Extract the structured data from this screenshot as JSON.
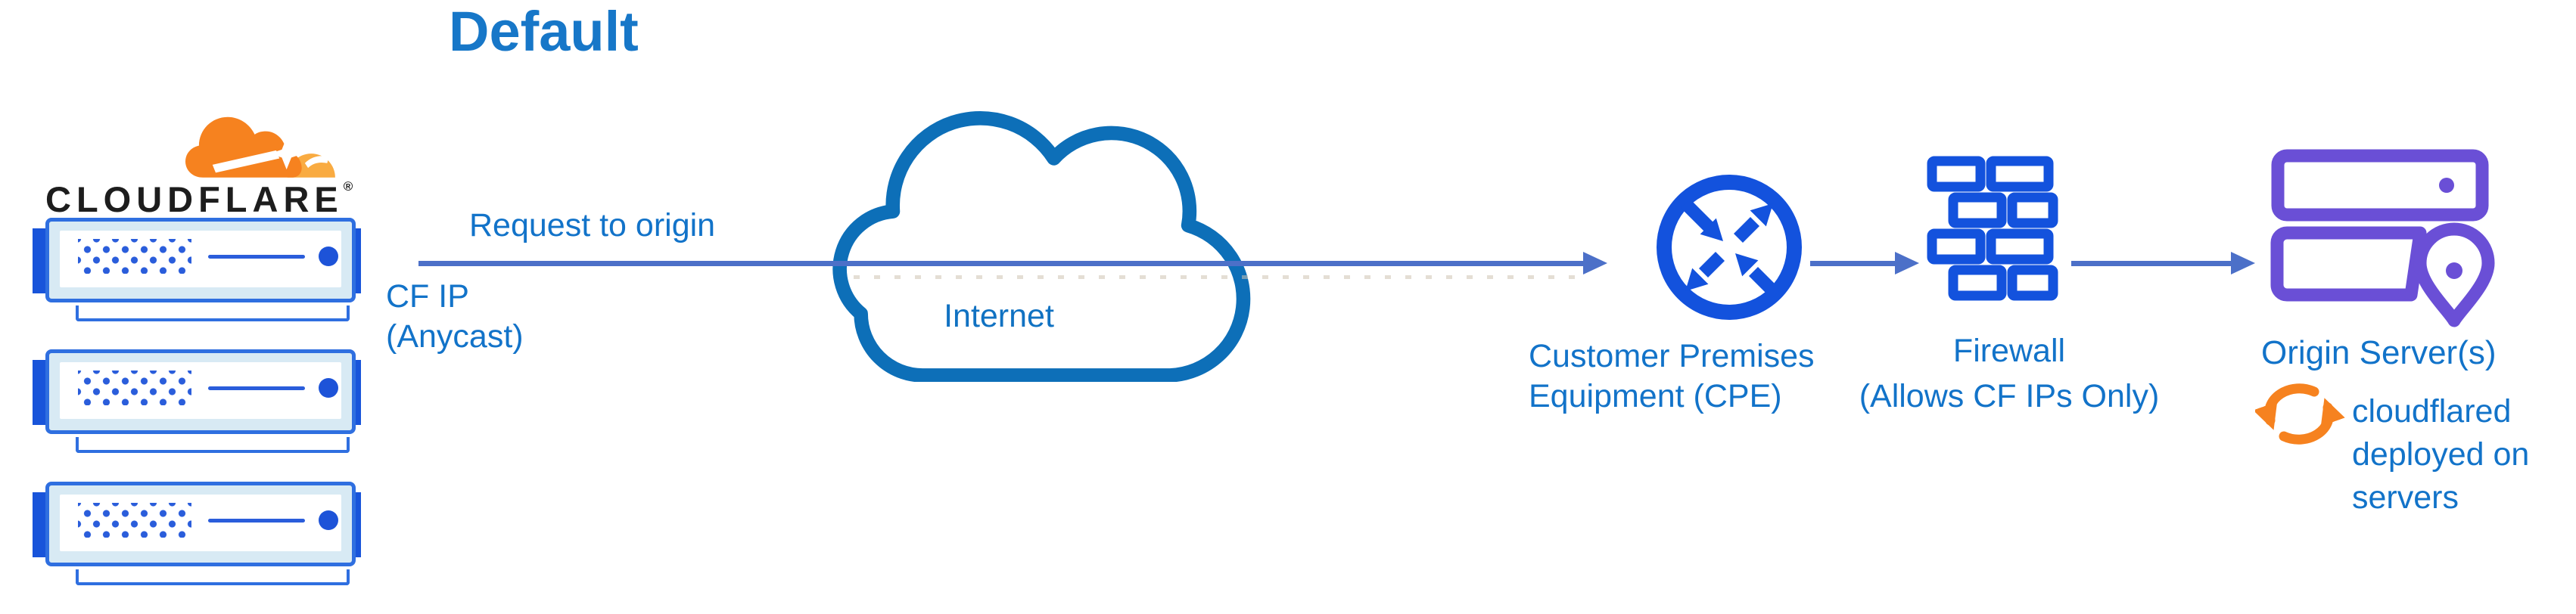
{
  "diagram": {
    "title": "Default",
    "colors": {
      "label_blue": "#1273c9",
      "title_blue": "#1777c8",
      "icon_blue": "#1352dd",
      "arrow_slate_blue": "#4c70c8",
      "cloud_stroke_blue": "#0d6fb8",
      "server_border_blue": "#2f6fe0",
      "server_fill_pale": "#d8eaf4",
      "server_tab_blue": "#1854da",
      "server_dot_blue": "#2a5ddb",
      "origin_purple": "#6a4fd6",
      "cf_orange": "#f6821f",
      "cf_orange_light": "#f9ab41",
      "wordmark_black": "#1d1d1d"
    },
    "cloudflare": {
      "wordmark": "CLOUDFLARE",
      "registered": "®",
      "logo_icon": "cloudflare-cloud-logo",
      "edge_server_icon": "edge-server",
      "server_count": 3
    },
    "flow": {
      "request_label": "Request to origin",
      "ip_label_line1": "CF IP",
      "ip_label_line2": "(Anycast)"
    },
    "internet": {
      "label": "Internet",
      "icon": "internet-cloud"
    },
    "cpe": {
      "label_line1": "Customer Premises",
      "label_line2": "Equipment (CPE)",
      "icon": "router-cpe"
    },
    "firewall": {
      "label_line1": "Firewall",
      "label_line2": "(Allows CF IPs Only)",
      "icon": "firewall-brick-wall"
    },
    "origin": {
      "label": "Origin Server(s)",
      "icon": "origin-servers-location",
      "note_icon": "sync-arrows",
      "note_line1": "cloudflared",
      "note_line2": "deployed on",
      "note_line3": "servers"
    }
  }
}
